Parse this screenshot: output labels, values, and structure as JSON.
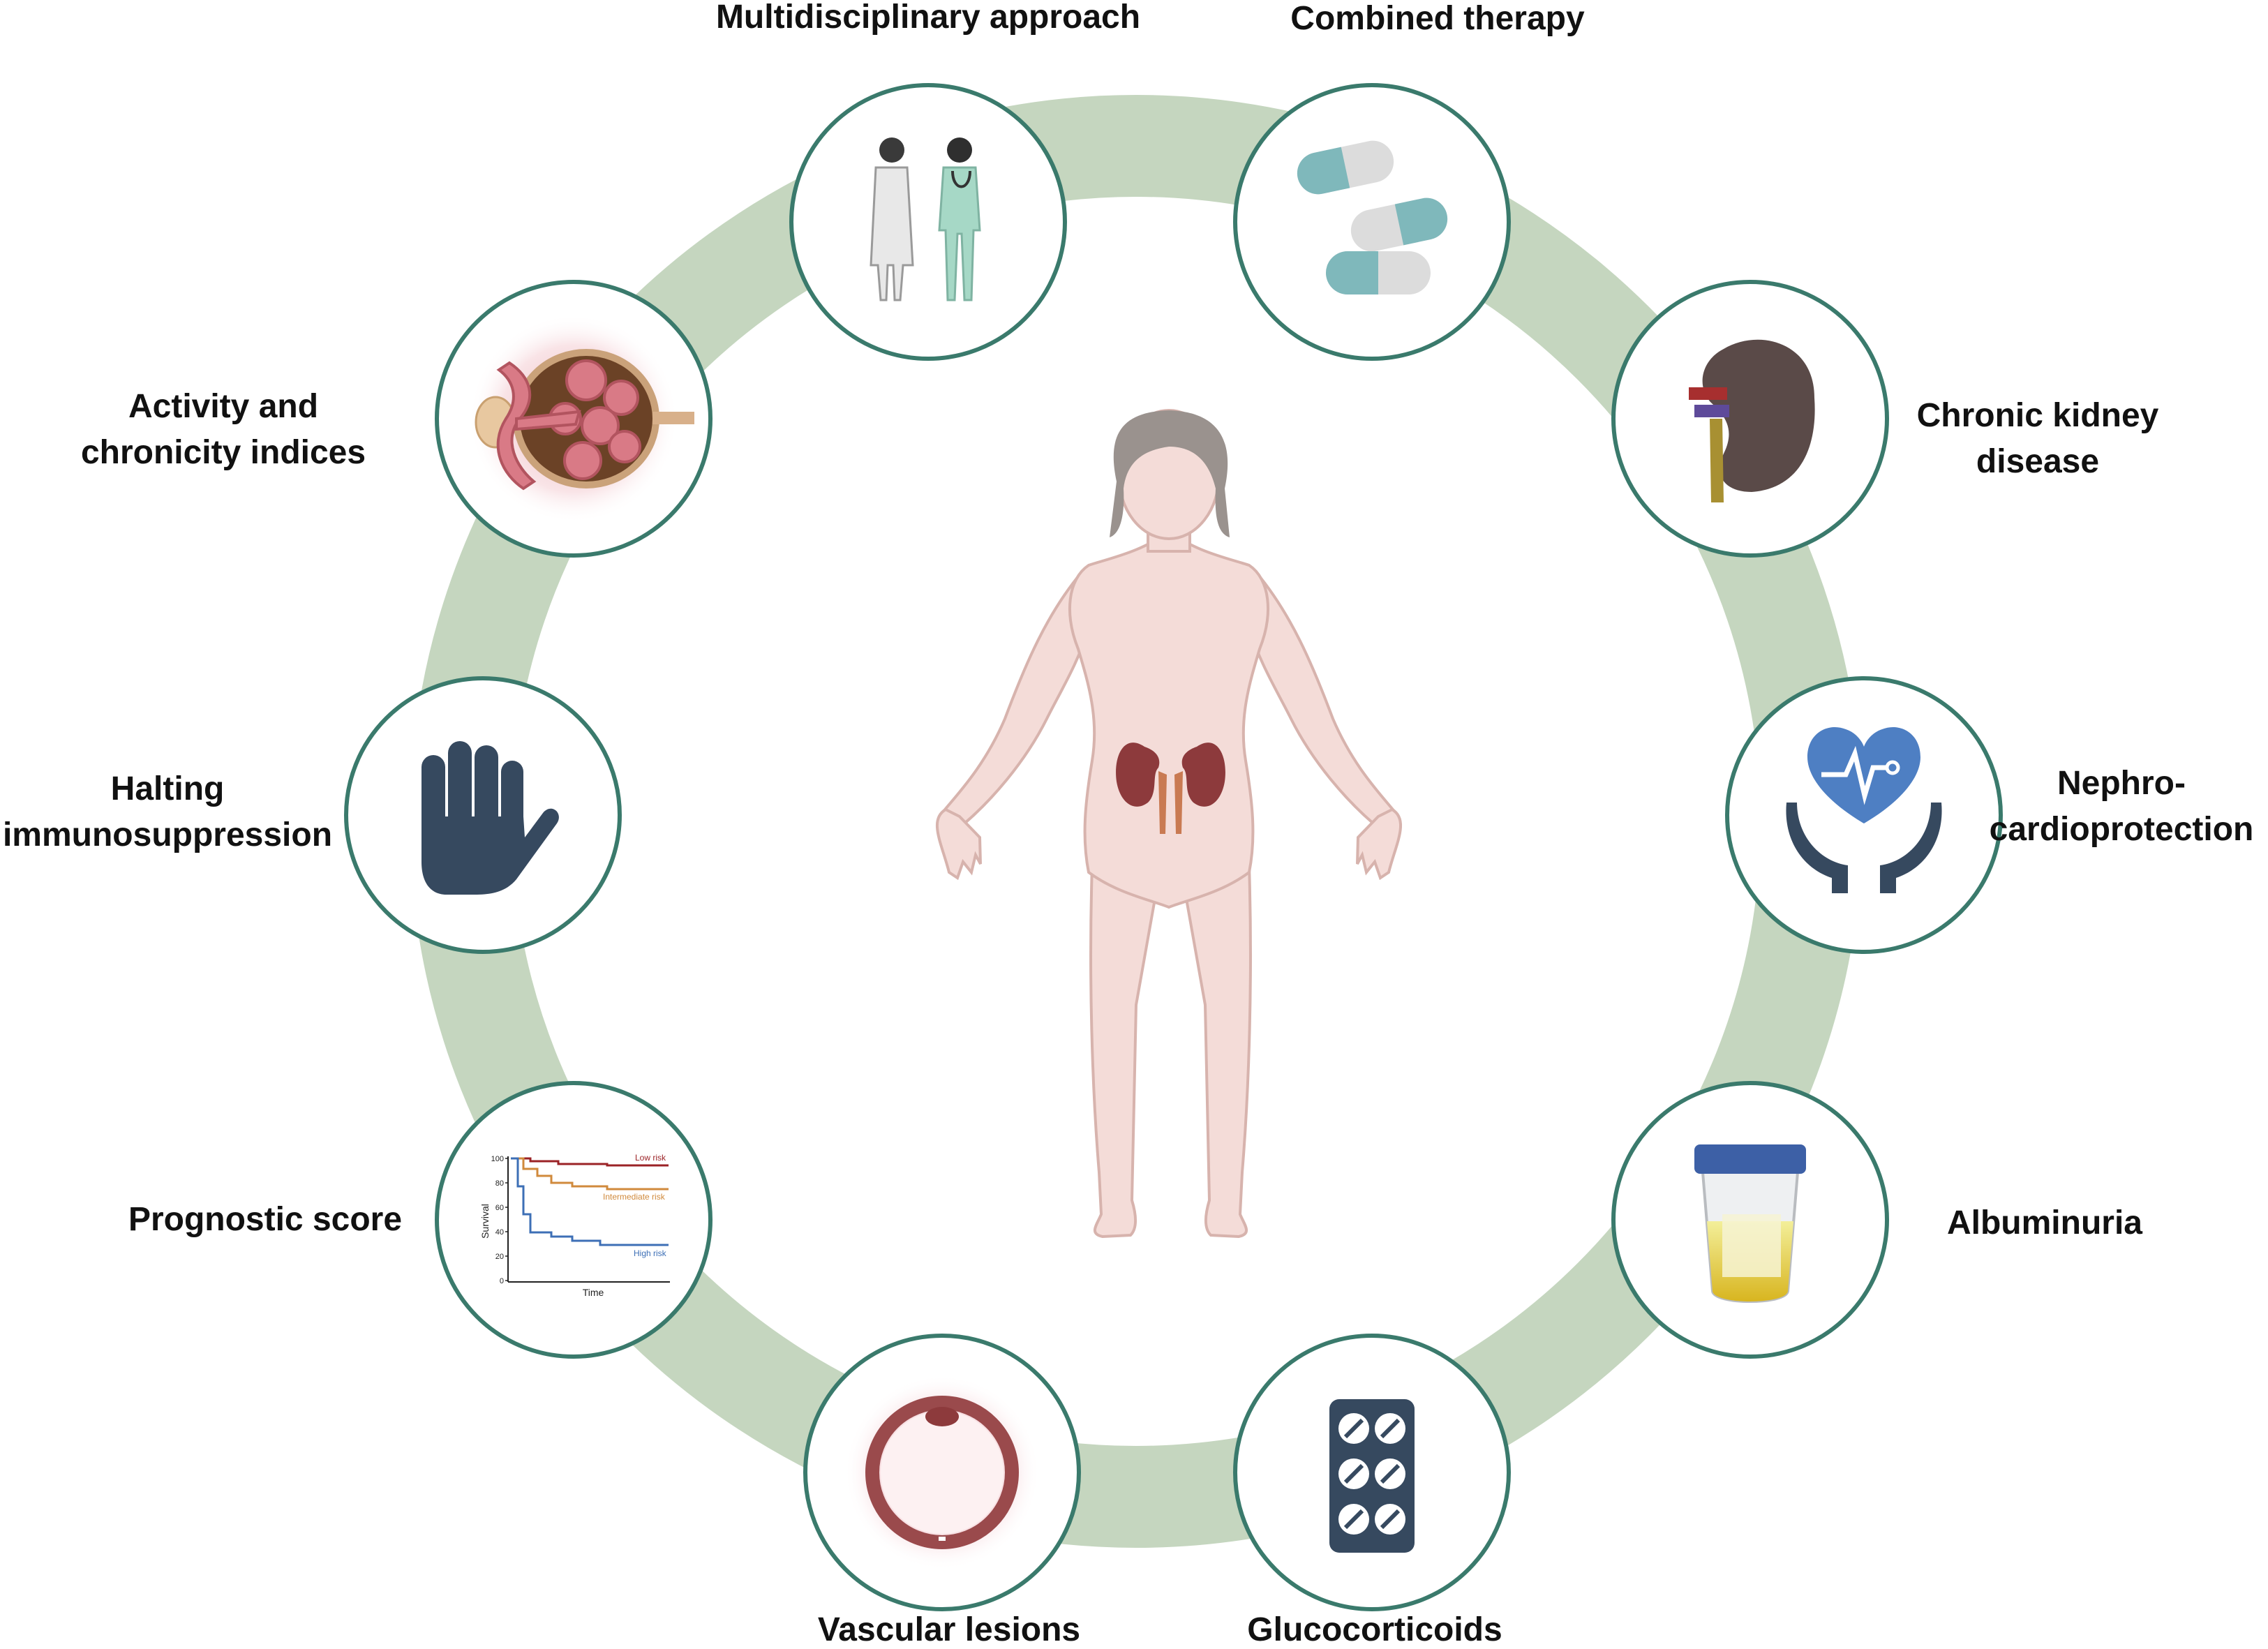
{
  "colors": {
    "ring": "#c5d6bf",
    "circle_border": "#3a7a6c",
    "body": "#f4dcd8",
    "body_outline": "#d7b3ad",
    "kidney": "#8d3a3c",
    "ureter": "#c97a52",
    "icon_navy": "#36495f",
    "capsule_teal": "#7fb8bb",
    "heart_blue": "#4e7fc3",
    "curve_low": "#9b2226",
    "curve_mid": "#d08a3c",
    "curve_high": "#3d6fb6",
    "urine": "#e9d64a",
    "lid": "#3d60a6"
  },
  "topics": [
    {
      "id": "multidisciplinary",
      "lines": [
        "Multidisciplinary approach"
      ],
      "icon": "doctors-icon"
    },
    {
      "id": "combined-therapy",
      "lines": [
        "Combined therapy"
      ],
      "icon": "capsules-icon"
    },
    {
      "id": "ckd",
      "lines": [
        "Chronic kidney",
        "disease"
      ],
      "icon": "kidney-icon"
    },
    {
      "id": "nephro",
      "lines": [
        "Nephro-",
        "cardioprotection"
      ],
      "icon": "heart-hands-icon"
    },
    {
      "id": "albuminuria",
      "lines": [
        "Albuminuria"
      ],
      "icon": "urine-cup-icon"
    },
    {
      "id": "glucocorticoids",
      "lines": [
        "Glucocorticoids"
      ],
      "icon": "pill-blister-icon"
    },
    {
      "id": "vascular",
      "lines": [
        "Vascular lesions"
      ],
      "icon": "vessel-icon"
    },
    {
      "id": "prognostic",
      "lines": [
        "Prognostic score"
      ],
      "icon": "survival-chart-icon"
    },
    {
      "id": "halting",
      "lines": [
        "Halting",
        "immunosuppression"
      ],
      "icon": "stop-hand-icon"
    },
    {
      "id": "activity",
      "lines": [
        "Activity and",
        "chronicity indices"
      ],
      "icon": "glomerulus-icon"
    }
  ],
  "survival_chart": {
    "ylabel": "Survival",
    "xlabel": "Time",
    "yticks": [
      "100",
      "80",
      "60",
      "40",
      "20",
      "0"
    ],
    "series": [
      {
        "name": "Low risk",
        "end": 93
      },
      {
        "name": "Intermediate risk",
        "end": 74
      },
      {
        "name": "High risk",
        "end": 30
      }
    ]
  }
}
